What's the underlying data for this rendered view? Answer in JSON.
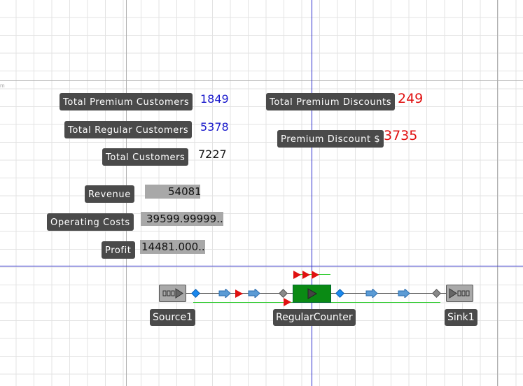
{
  "stats": {
    "total_premium_customers_label": "Total  Premium  Customers",
    "total_premium_customers_value": "1849",
    "total_regular_customers_label": "Total  Regular  Customers",
    "total_regular_customers_value": "5378",
    "total_customers_label": "Total  Customers",
    "total_customers_value": "7227",
    "total_premium_discounts_label": "Total  Premium  Discounts",
    "total_premium_discounts_value": "249",
    "premium_discount_label": "Premium  Discount  $",
    "premium_discount_value": "3735",
    "revenue_label": "Revenue",
    "revenue_value": "54081",
    "operating_costs_label": "Operating  Costs",
    "operating_costs_value": "39599.99999...",
    "profit_label": "Profit",
    "profit_value": "14481.000..."
  },
  "model": {
    "source_label": "Source1",
    "server_label": "RegularCounter",
    "sink_label": "Sink1"
  },
  "colors": {
    "label_bg": "#4a4a4a",
    "blue_value": "#1a1acc",
    "red_value": "#e01010",
    "server_fill": "#0a8a14",
    "input_node": "#1a88ee",
    "output_node": "#8a8a8a",
    "route_line": "#33cc33"
  },
  "icons": [
    "source-icon",
    "server-icon",
    "sink-icon",
    "entity-arrow-icon",
    "entity-triangle-icon"
  ]
}
